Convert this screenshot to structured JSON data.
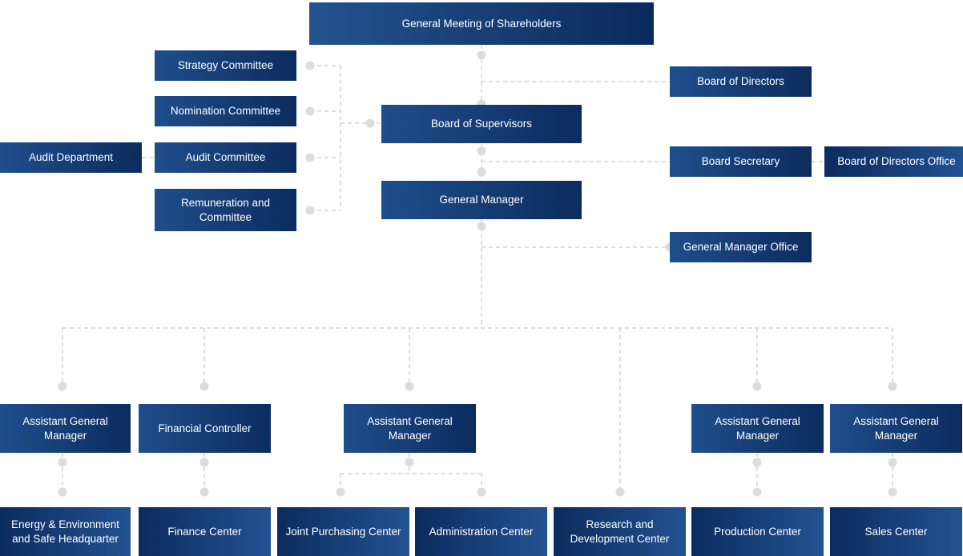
{
  "chart_data": {
    "type": "diagram",
    "title": "Corporate Organizational Structure Chart",
    "orientation": "top-down",
    "link_style": "dashed-gray-with-round-endpoint-dots",
    "link_color": "#c9c9c9",
    "dot_color": "#dcdcdc",
    "palette": {
      "box_light": "#24538f",
      "box_mid": "#1f4e8c",
      "box_dark": "#0b2c5e",
      "text": "#ffffff",
      "background": "#ffffff"
    }
  },
  "nodes": {
    "shareholders": "General Meeting of Shareholders",
    "strategy_committee": "Strategy Committee",
    "nomination_committee": "Nomination Committee",
    "audit_committee": "Audit Committee",
    "remuneration_committee": "Remuneration and Committee",
    "audit_department": "Audit Department",
    "board_of_directors": "Board of Directors",
    "board_of_supervisors": "Board of Supervisors",
    "board_secretary": "Board Secretary",
    "board_of_directors_office": "Board of Directors Office",
    "general_manager": "General Manager",
    "general_manager_office": "General Manager Office",
    "agm_1": "Assistant General Manager",
    "financial_controller": "Financial Controller",
    "agm_2": "Assistant General Manager",
    "agm_3": "Assistant General Manager",
    "agm_4": "Assistant General Manager",
    "energy_env": "Energy & Environment and Safe Headquarter",
    "finance_center": "Finance Center",
    "joint_purchasing_center": "Joint Purchasing Center",
    "administration_center": "Administration Center",
    "rd_center": "Research and Development Center",
    "production_center": "Production Center",
    "sales_center": "Sales Center"
  }
}
